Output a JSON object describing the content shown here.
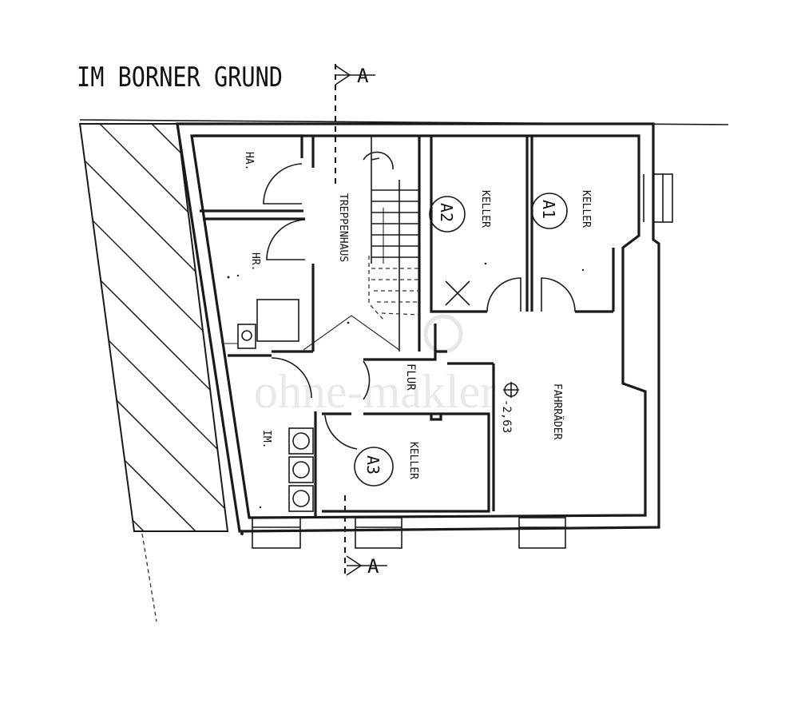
{
  "street_name": "IM BORNER GRUND",
  "section_marker": "A",
  "rooms": {
    "ha": "HA.",
    "hr": "HR.",
    "treppenhaus": "TREPPENHAUS",
    "keller_a2": "KELLER",
    "keller_a1": "KELLER",
    "flur": "FLUR",
    "fahrraeder": "FAHRRÄDER",
    "im": "IM.",
    "keller_a3": "KELLER"
  },
  "unit_tags": {
    "a1": "A1",
    "a2": "A2",
    "a3": "A3"
  },
  "level_mark": "-2,63",
  "watermark": "ohne-makler"
}
